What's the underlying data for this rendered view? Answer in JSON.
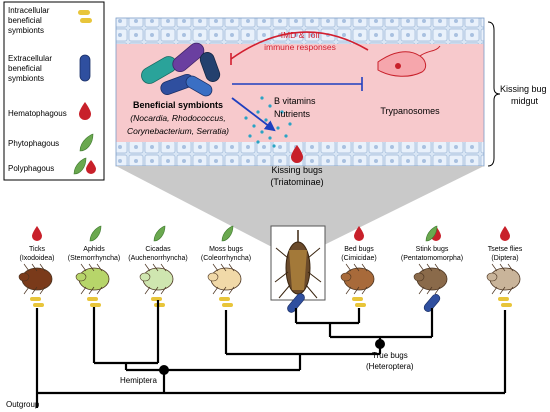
{
  "legend": {
    "intracellular": "Intracellular beneficial symbionts",
    "extracellular": "Extracellular beneficial symbionts",
    "hematophagous": "Hematophagous",
    "phytophagous": "Phytophagous",
    "polyphagous": "Polyphagous"
  },
  "midgut": {
    "immune_line1": "IMD & Toll",
    "immune_line2": "immune responses",
    "trypanosomes": "Trypanosomes",
    "symbionts_title": "Beneficial symbionts",
    "symbionts_genera1": "(Nocardia, Rhodococcus,",
    "symbionts_genera2": "Corynebacterium, Serratia)",
    "b_vitamins": "B vitamins",
    "nutrients": "Nutrients",
    "side_label_line1": "Kissing bug",
    "side_label_line2": "midgut"
  },
  "center": {
    "label1": "Kissing bugs",
    "label2": "(Triatominae)"
  },
  "insects": [
    {
      "name": "Ticks",
      "group": "(Ixodoidea)"
    },
    {
      "name": "Aphids",
      "group": "(Sternorrhyncha)"
    },
    {
      "name": "Cicadas",
      "group": "(Auchenorrhyncha)"
    },
    {
      "name": "Moss bugs",
      "group": "(Coleorrhyncha)"
    },
    {
      "name": "Bed bugs",
      "group": "(Cimicidae)"
    },
    {
      "name": "Stink bugs",
      "group": "(Pentatomomorpha)"
    },
    {
      "name": "Tsetse flies",
      "group": "(Diptera)"
    }
  ],
  "tree": {
    "true_bugs1": "True bugs",
    "true_bugs2": "(Heteroptera)",
    "hemiptera": "Hemiptera",
    "outgroup": "Outgroup"
  },
  "colors": {
    "blood": "#c8202a",
    "leaf": "#6aa84f",
    "intracellular": "#e8c53a",
    "extracellular": "#2f4f9f",
    "immune": "#d21f2f",
    "inhibit": "#1f3fbf"
  }
}
